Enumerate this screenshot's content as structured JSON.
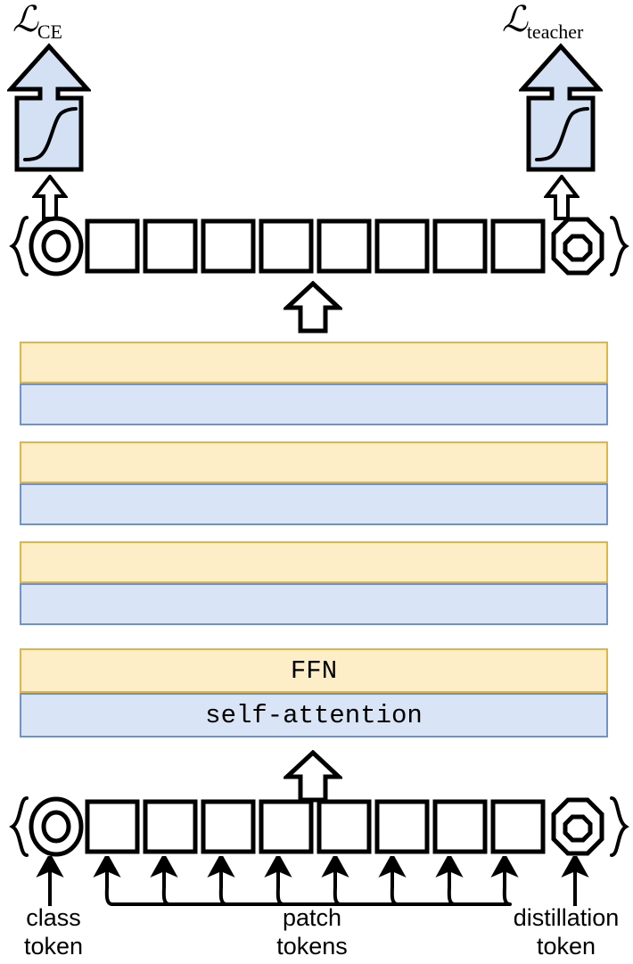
{
  "figure": {
    "title": "DeiT distillation transformer architecture",
    "colors": {
      "ffn_fill": "#fdeec8",
      "ffn_stroke": "#e0b545",
      "attention_fill": "#d9e5f7",
      "attention_stroke": "#6f92c9",
      "head_fill": "#d4e1f5",
      "outline": "#000000",
      "background": "#ffffff"
    }
  },
  "losses": {
    "left": {
      "symbol": "L",
      "subscript": "CE",
      "full": "L_CE"
    },
    "right": {
      "symbol": "L",
      "subscript": "teacher",
      "full": "L_teacher"
    }
  },
  "heads": {
    "left": {
      "name": "class-classifier-head",
      "curve": "sigmoid"
    },
    "right": {
      "name": "distillation-classifier-head",
      "curve": "sigmoid"
    }
  },
  "blocks": [
    {
      "ffn_label": "",
      "attention_label": "",
      "labeled": false
    },
    {
      "ffn_label": "",
      "attention_label": "",
      "labeled": false
    },
    {
      "ffn_label": "",
      "attention_label": "",
      "labeled": false
    },
    {
      "ffn_label": "FFN",
      "attention_label": "self-attention",
      "labeled": true
    }
  ],
  "token_rows": {
    "output": {
      "name": "output-token-sequence",
      "brace_left": "{",
      "brace_right": "}",
      "class_token": "class-token",
      "patch_token_count": 8,
      "distillation_token": "distillation-token"
    },
    "input": {
      "name": "input-token-sequence",
      "brace_left": "{",
      "brace_right": "}",
      "class_token": "class-token",
      "patch_token_count": 8,
      "distillation_token": "distillation-token"
    }
  },
  "bottom_labels": {
    "class": {
      "line1": "class",
      "line2": "token"
    },
    "patch": {
      "line1": "patch",
      "line2": "tokens"
    },
    "distillation": {
      "line1": "distillation",
      "line2": "token"
    }
  },
  "arrows": {
    "to_left_head": "up-arrow",
    "to_right_head": "up-arrow",
    "into_output_tokens": "block-up-arrow",
    "into_first_block": "block-up-arrow",
    "class_token_feed": "up-arrow",
    "distillation_token_feed": "up-arrow",
    "patch_token_feeds": 8
  }
}
